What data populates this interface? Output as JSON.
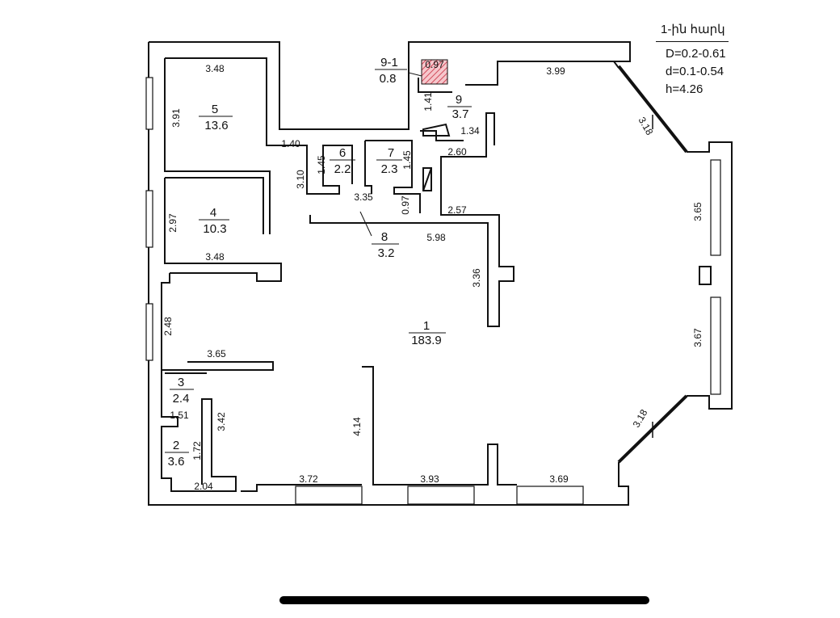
{
  "legend": {
    "title": "1-ին հարկ",
    "line1": "D=0.2-0.61",
    "line2": "d=0.1-0.54",
    "line3": "h=4.26"
  },
  "rooms": {
    "r1": {
      "num": "1",
      "area": "183.9"
    },
    "r2": {
      "num": "2",
      "area": "3.6"
    },
    "r3": {
      "num": "3",
      "area": "2.4"
    },
    "r4": {
      "num": "4",
      "area": "10.3"
    },
    "r5": {
      "num": "5",
      "area": "13.6"
    },
    "r6": {
      "num": "6",
      "area": "2.2"
    },
    "r7": {
      "num": "7",
      "area": "2.3"
    },
    "r8": {
      "num": "8",
      "area": "3.2"
    },
    "r9": {
      "num": "9",
      "area": "3.7"
    },
    "r91": {
      "num": "9-1",
      "area": "0.8"
    }
  },
  "dims": {
    "d348a": "3.48",
    "d391": "3.91",
    "d140": "1.40",
    "d310": "3.10",
    "d145a": "1.45",
    "d145b": "1.45",
    "d335": "3.35",
    "d097": "0.97",
    "d257": "2.57",
    "d598": "5.98",
    "d336": "3.36",
    "d260": "2.60",
    "d134": "1.34",
    "d141": "1.41",
    "d097b": "0.97",
    "d399": "3.99",
    "d318a": "3.18",
    "d365": "3.65",
    "d367": "3.67",
    "d318b": "3.18",
    "d297": "2.97",
    "d348b": "3.48",
    "d248": "2.48",
    "d365b": "3.65",
    "d151": "1.51",
    "d172": "1.72",
    "d342": "3.42",
    "d204": "2.04",
    "d372": "3.72",
    "d414": "4.14",
    "d393": "3.93",
    "d369": "3.69"
  },
  "colors": {
    "hatch": "#d04a5a",
    "wall": "#111111"
  }
}
